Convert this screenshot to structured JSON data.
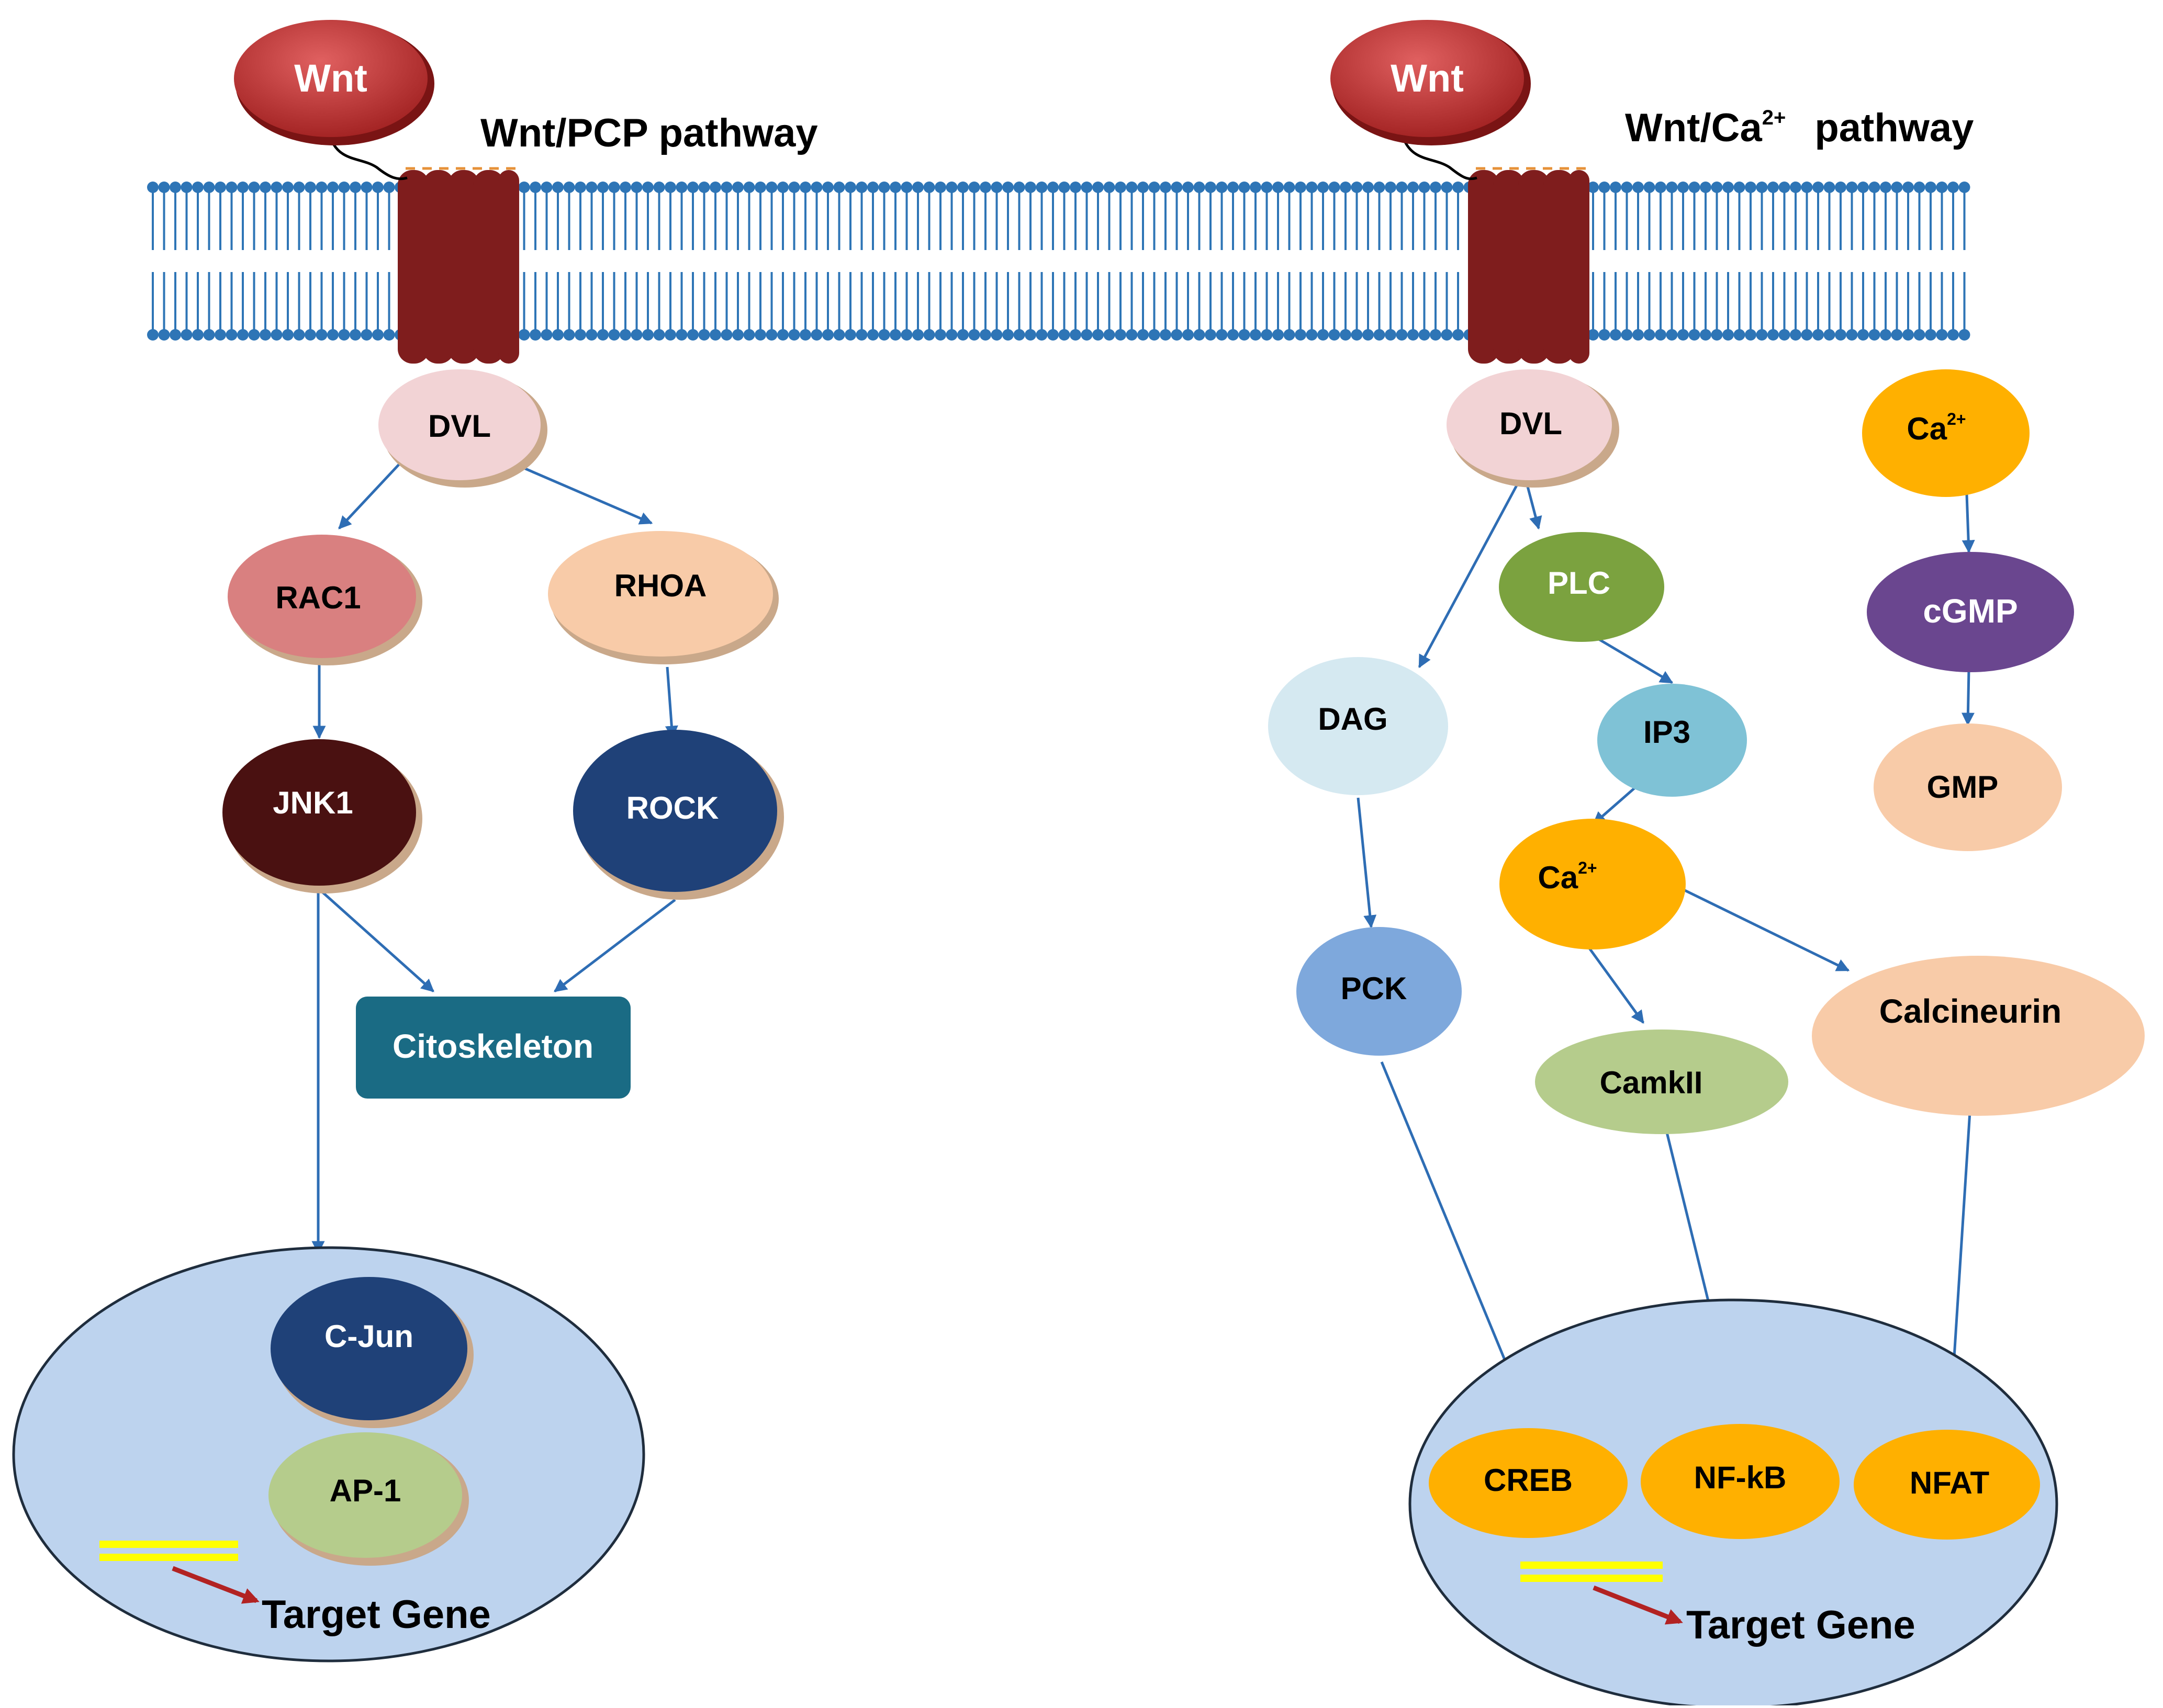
{
  "pcp": {
    "title": "Wnt/PCP pathway",
    "wnt": "Wnt",
    "dvl": "DVL",
    "rac1": "RAC1",
    "rhoa": "RHOA",
    "jnk1": "JNK1",
    "rock": "ROCK",
    "cytoskeleton": "Citoskeleton",
    "cjun": "C-Jun",
    "ap1": "AP-1",
    "target": "Target Gene"
  },
  "ca": {
    "title_prefix": "Wnt/Ca",
    "title_sup": "2+",
    "title_suffix": "pathway",
    "wnt": "Wnt",
    "dvl": "DVL",
    "plc": "PLC",
    "dag": "DAG",
    "ip3": "IP3",
    "ca_main": "Ca",
    "ca_sup": "2+",
    "ca_side": "Ca",
    "ca_side_sup": "2+",
    "cgmp": "cGMP",
    "gmp": "GMP",
    "pck": "PCK",
    "camkii": "CamkII",
    "calcineurin": "Calcineurin",
    "creb": "CREB",
    "nfkb": "NF-kB",
    "nfat": "NFAT",
    "target": "Target Gene"
  },
  "colors": {
    "membrane": "#2e75b6",
    "receptor": "#7f1d1d",
    "wnt": "#c0392b",
    "arrow": "#2e6db4",
    "nucleus": "#bdd3ee",
    "dvl": "#f2d3d5",
    "rac1": "#d98080",
    "rhoa": "#f8cba8",
    "jnk1": "#4a1111",
    "rock": "#1f4178",
    "cytoskeleton": "#1a6b84",
    "cjun": "#1f4178",
    "ap1": "#b5cc8c",
    "plc": "#7ba23f",
    "dag": "#d5e9f1",
    "ip3": "#7fc2d6",
    "calcium": "#ffb000",
    "cgmp": "#6a468f",
    "gmp": "#f8cba8",
    "pck": "#7ea8dc",
    "camkii": "#b5cc8c",
    "calcineurin": "#f8cba8",
    "tf": "#ffb000"
  }
}
